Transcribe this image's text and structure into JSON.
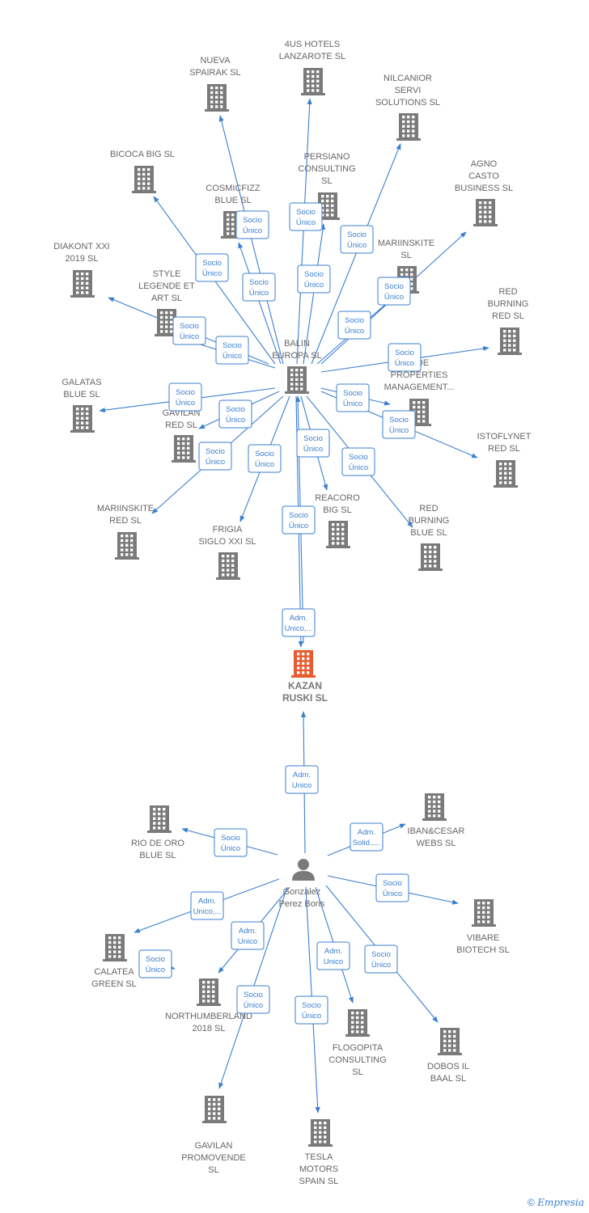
{
  "colors": {
    "node": "#7a7a7a",
    "focus": "#e85a2f",
    "edge": "#3a7fd0",
    "edge_label_text": "#3a7fd0",
    "edge_label_border": "#3a7fd0"
  },
  "focus_company": "KAZAN RUSKI SL",
  "nodes": [
    {
      "id": "balin",
      "type": "company",
      "label": [
        "BALIN",
        "EUROPA  SL"
      ]
    },
    {
      "id": "kazan",
      "type": "focus",
      "label": [
        "KAZAN",
        "RUSKI  SL"
      ]
    },
    {
      "id": "person",
      "type": "person",
      "label": [
        "Gonzalez",
        "Perez Boris"
      ]
    },
    {
      "id": "4us",
      "type": "company",
      "label": [
        "4US HOTELS",
        "LANZAROTE  SL"
      ]
    },
    {
      "id": "nueva",
      "type": "company",
      "label": [
        "NUEVA",
        "SPAIRAK  SL"
      ]
    },
    {
      "id": "nilcanior",
      "type": "company",
      "label": [
        "NILCANIOR",
        "SERVI",
        "SOLUTIONS  SL"
      ]
    },
    {
      "id": "bicoca",
      "type": "company",
      "label": [
        "BICOCA BIG  SL"
      ]
    },
    {
      "id": "persiano",
      "type": "company",
      "label": [
        "PERSIANO",
        "CONSULTING",
        "SL"
      ]
    },
    {
      "id": "agno",
      "type": "company",
      "label": [
        "AGNO",
        "CASTO",
        "BUSINESS  SL"
      ]
    },
    {
      "id": "cosmicfizz",
      "type": "company",
      "label": [
        "COSMICFIZZ",
        "BLUE  SL"
      ]
    },
    {
      "id": "diakont",
      "type": "company",
      "label": [
        "DIAKONT XXI",
        "2019  SL"
      ]
    },
    {
      "id": "mariinskite",
      "type": "company",
      "label": [
        "MARIINSKITE",
        "SL"
      ]
    },
    {
      "id": "style",
      "type": "company",
      "label": [
        "STYLE",
        "LEGENDE ET",
        "ART  SL"
      ]
    },
    {
      "id": "redburningred",
      "type": "company",
      "label": [
        "RED",
        "BURNING",
        "RED  SL"
      ]
    },
    {
      "id": "properties",
      "type": "company",
      "label": [
        "...DE",
        "PROPERTIES",
        "MANAGEMENT..."
      ]
    },
    {
      "id": "galatas",
      "type": "company",
      "label": [
        "GALATAS",
        "BLUE  SL"
      ]
    },
    {
      "id": "gavilanred",
      "type": "company",
      "label": [
        "GAVILAN",
        "RED  SL"
      ]
    },
    {
      "id": "istoflynet",
      "type": "company",
      "label": [
        "ISTOFLYNET",
        "RED  SL"
      ]
    },
    {
      "id": "mariinskitered",
      "type": "company",
      "label": [
        "MARIINSKITE",
        "RED  SL"
      ]
    },
    {
      "id": "reacoro",
      "type": "company",
      "label": [
        "REACORO",
        "BIG  SL"
      ]
    },
    {
      "id": "redburningblue",
      "type": "company",
      "label": [
        "RED",
        "BURNING",
        "BLUE  SL"
      ]
    },
    {
      "id": "frigia",
      "type": "company",
      "label": [
        "FRIGIA",
        "SIGLO XXI  SL"
      ]
    },
    {
      "id": "riodeoro",
      "type": "company",
      "label": [
        "RIO DE ORO",
        "BLUE  SL"
      ]
    },
    {
      "id": "ibancesar",
      "type": "company",
      "label": [
        "IBAN&CESAR",
        "WEBS  SL"
      ]
    },
    {
      "id": "vibare",
      "type": "company",
      "label": [
        "VIBARE",
        "BIOTECH SL"
      ]
    },
    {
      "id": "calatea",
      "type": "company",
      "label": [
        "CALATEA",
        "GREEN  SL"
      ]
    },
    {
      "id": "northumberland",
      "type": "company",
      "label": [
        "NORTHUMBERLAND",
        "2018  SL"
      ]
    },
    {
      "id": "flogopita",
      "type": "company",
      "label": [
        "FLOGOPITA",
        "CONSULTING",
        "SL"
      ]
    },
    {
      "id": "dobos",
      "type": "company",
      "label": [
        "DOBOS IL",
        "BAAL  SL"
      ]
    },
    {
      "id": "gavilanpromo",
      "type": "company",
      "label": [
        "GAVILAN",
        "PROMOVENDE",
        "SL"
      ]
    },
    {
      "id": "tesla",
      "type": "company",
      "label": [
        "TESLA",
        "MOTORS",
        "SPAIN  SL"
      ]
    }
  ],
  "edges": [
    {
      "from": "balin",
      "to": "4us",
      "label": [
        "Socio",
        "Único"
      ]
    },
    {
      "from": "balin",
      "to": "nueva",
      "label": [
        "Socio",
        "Único"
      ]
    },
    {
      "from": "balin",
      "to": "nilcanior",
      "label": [
        "Socio",
        "Único"
      ]
    },
    {
      "from": "balin",
      "to": "bicoca",
      "label": [
        "Socio",
        "Único"
      ]
    },
    {
      "from": "balin",
      "to": "persiano",
      "label": [
        "Socio",
        "Único"
      ]
    },
    {
      "from": "balin",
      "to": "agno",
      "label": [
        "Socio",
        "Único"
      ]
    },
    {
      "from": "balin",
      "to": "cosmicfizz",
      "label": [
        "Socio",
        "Único"
      ]
    },
    {
      "from": "balin",
      "to": "diakont",
      "label": [
        "Socio",
        "Único"
      ]
    },
    {
      "from": "balin",
      "to": "mariinskite",
      "label": [
        "Socio",
        "Único"
      ]
    },
    {
      "from": "balin",
      "to": "style",
      "label": [
        "Socio",
        "Único"
      ]
    },
    {
      "from": "balin",
      "to": "redburningred",
      "label": [
        "Socio",
        "Único"
      ]
    },
    {
      "from": "balin",
      "to": "properties",
      "label": [
        "Socio",
        "Único"
      ]
    },
    {
      "from": "balin",
      "to": "galatas",
      "label": [
        "Socio",
        "Único"
      ]
    },
    {
      "from": "balin",
      "to": "gavilanred",
      "label": [
        "Socio",
        "Único"
      ]
    },
    {
      "from": "balin",
      "to": "istoflynet",
      "label": [
        "Socio",
        "Único"
      ]
    },
    {
      "from": "balin",
      "to": "mariinskitered",
      "label": [
        "Socio",
        "Único"
      ]
    },
    {
      "from": "balin",
      "to": "reacoro",
      "label": [
        "Socio",
        "Único"
      ]
    },
    {
      "from": "balin",
      "to": "redburningblue",
      "label": [
        "Socio",
        "Único"
      ]
    },
    {
      "from": "balin",
      "to": "frigia",
      "label": [
        "Socio",
        "Único"
      ]
    },
    {
      "from": "balin",
      "to": "kazan",
      "label": [
        "Socio",
        "Único"
      ]
    },
    {
      "from": "kazan",
      "to": "balin",
      "label": [
        "Adm.",
        "Unico,..."
      ]
    },
    {
      "from": "person",
      "to": "kazan",
      "label": [
        "Adm.",
        "Unico"
      ]
    },
    {
      "from": "person",
      "to": "riodeoro",
      "label": [
        "Socio",
        "Único"
      ]
    },
    {
      "from": "person",
      "to": "ibancesar",
      "label": [
        "Adm.",
        "Solid.,..."
      ]
    },
    {
      "from": "person",
      "to": "vibare",
      "label": [
        "Socio",
        "Único"
      ]
    },
    {
      "from": "person",
      "to": "calatea",
      "label": [
        "Adm.",
        "Unico,..."
      ]
    },
    {
      "from": "person",
      "to": "calatea",
      "label": [
        "Socio",
        "Único"
      ]
    },
    {
      "from": "person",
      "to": "northumberland",
      "label": [
        "Adm.",
        "Unico"
      ]
    },
    {
      "from": "person",
      "to": "flogopita",
      "label": [
        "Adm.",
        "Unico"
      ]
    },
    {
      "from": "person",
      "to": "dobos",
      "label": [
        "Socio",
        "Único"
      ]
    },
    {
      "from": "person",
      "to": "gavilanpromo",
      "label": [
        "Socio",
        "Único"
      ]
    },
    {
      "from": "person",
      "to": "tesla",
      "label": [
        "Socio",
        "Único"
      ]
    }
  ],
  "footer": {
    "copyright": "©",
    "brand": "Empresia"
  }
}
